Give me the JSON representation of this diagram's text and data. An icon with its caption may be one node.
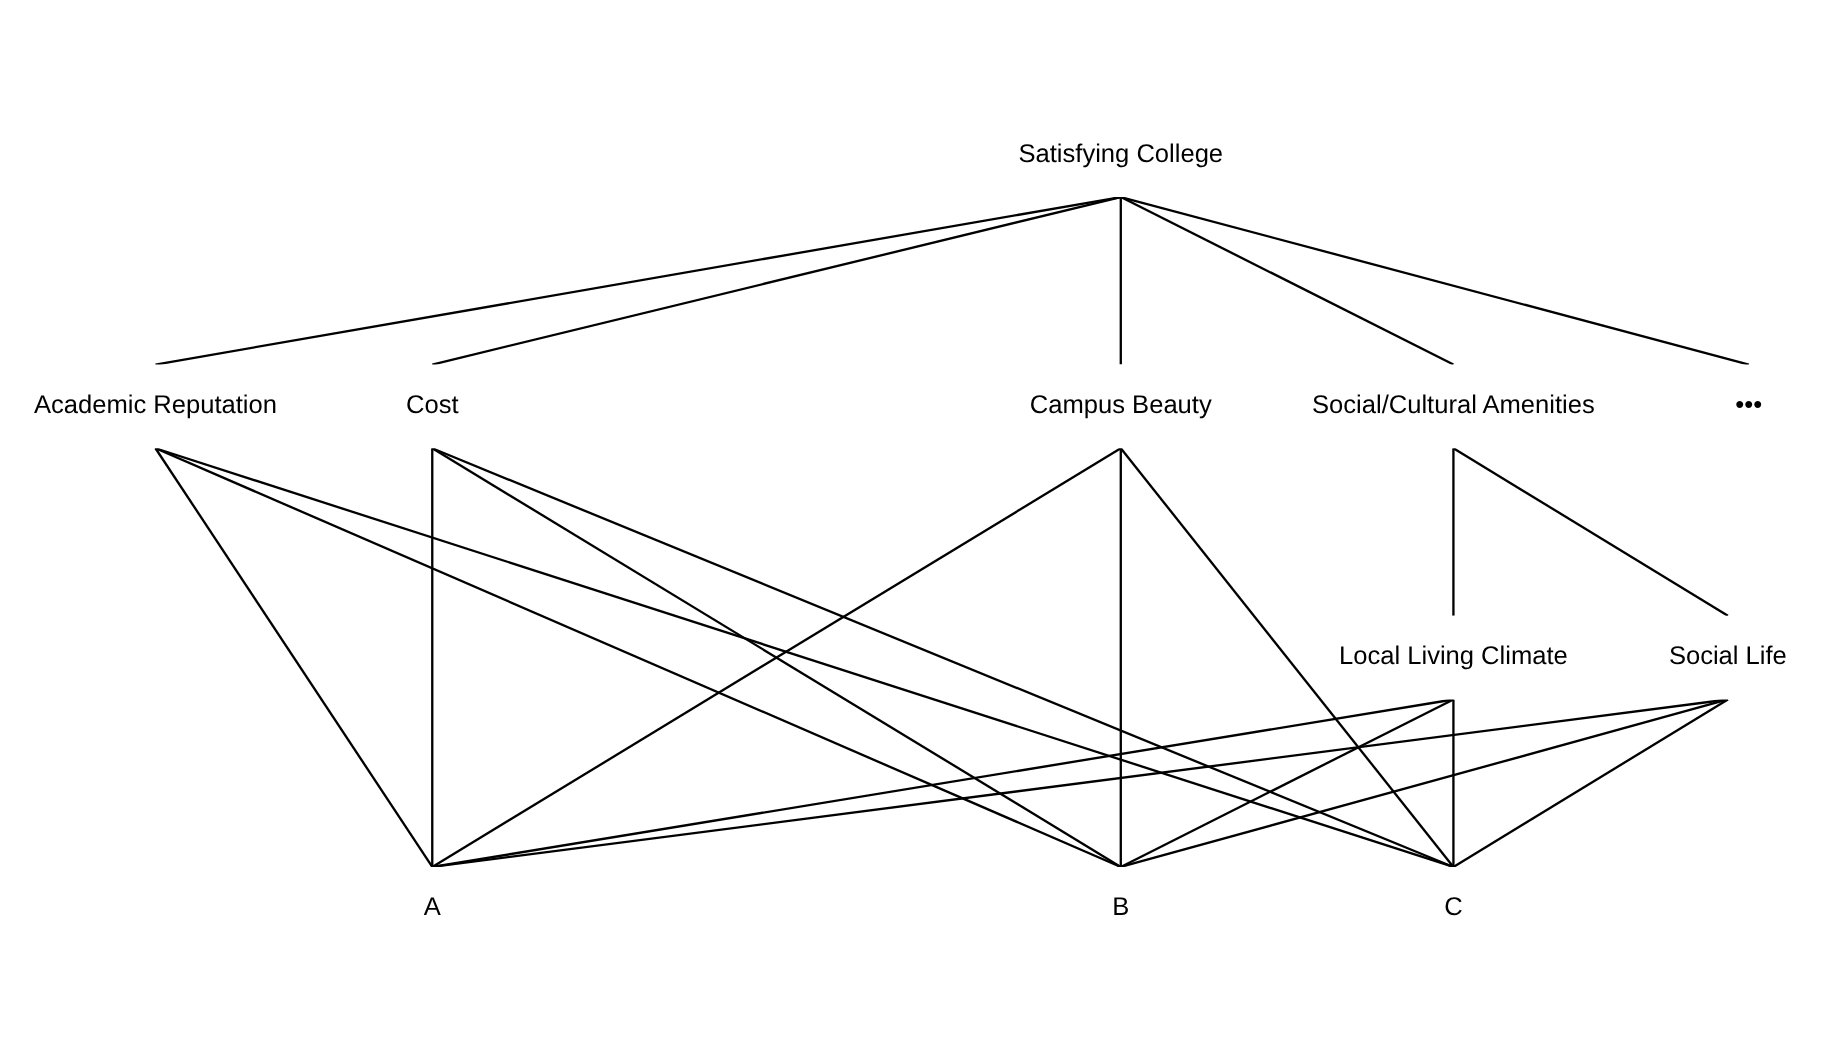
{
  "diagram": {
    "nodes": [
      {
        "text": [
          "Satisfying College"
        ]
      },
      {
        "text": [
          "Academic Reputation"
        ]
      },
      {
        "text": [
          "Cost"
        ]
      },
      {
        "text": [
          "Campus Beauty"
        ]
      },
      {
        "text": [
          "Social/Cultural Amenities"
        ]
      },
      {
        "text": [
          "•••"
        ]
      },
      {
        "text": [
          "Local Living Climate"
        ]
      },
      {
        "text": [
          "Social Life"
        ]
      },
      {
        "text": [
          "A"
        ]
      },
      {
        "text": [
          "B"
        ]
      },
      {
        "text": [
          "C"
        ]
      }
    ],
    "edges": [
      {
        "from": 0,
        "to": 1,
        "arrow": "none"
      },
      {
        "from": 0,
        "to": 2,
        "arrow": "none"
      },
      {
        "from": 0,
        "to": 3,
        "arrow": "none"
      },
      {
        "from": 0,
        "to": 4,
        "arrow": "none"
      },
      {
        "from": 0,
        "to": 5,
        "arrow": "none"
      },
      {
        "from": 4,
        "to": 6,
        "arrow": "none"
      },
      {
        "from": 4,
        "to": 7,
        "arrow": "none"
      },
      {
        "from": 1,
        "to": 8,
        "arrow": "none"
      },
      {
        "from": 1,
        "to": 9,
        "arrow": "none"
      },
      {
        "from": 1,
        "to": 10,
        "arrow": "none"
      },
      {
        "from": 2,
        "to": 8,
        "arrow": "none"
      },
      {
        "from": 2,
        "to": 9,
        "arrow": "none"
      },
      {
        "from": 2,
        "to": 10,
        "arrow": "none"
      },
      {
        "from": 3,
        "to": 8,
        "arrow": "none"
      },
      {
        "from": 3,
        "to": 9,
        "arrow": "none"
      },
      {
        "from": 3,
        "to": 10,
        "arrow": "none"
      },
      {
        "from": 6,
        "to": 8,
        "arrow": "none"
      },
      {
        "from": 6,
        "to": 9,
        "arrow": "none"
      },
      {
        "from": 6,
        "to": 10,
        "arrow": "none"
      },
      {
        "from": 7,
        "to": 8,
        "arrow": "none"
      },
      {
        "from": 7,
        "to": 9,
        "arrow": "none"
      },
      {
        "from": 7,
        "to": 10,
        "arrow": "none"
      }
    ]
  }
}
